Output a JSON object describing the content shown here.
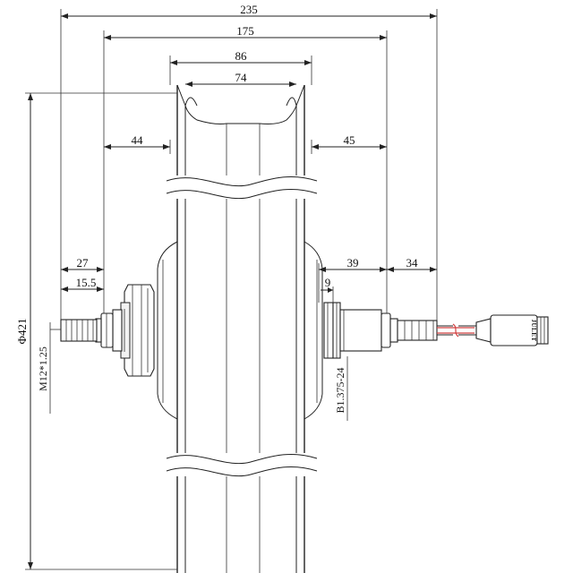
{
  "dimensions": {
    "overall_width": "235",
    "rim_outer_width": "175",
    "hub_width": "86",
    "hub_inner_width": "74",
    "left_offset": "44",
    "right_offset": "45",
    "left_axle_length": "27",
    "left_thread_length": "15.5",
    "right_flange_to_axle": "39",
    "right_axle_length": "34",
    "right_nut_width": "9",
    "diameter": "Φ421"
  },
  "notes": {
    "axle_thread": "M12*1.25",
    "freewheel_thread": "B1.375-24"
  },
  "connector": {
    "brand": "JULET"
  },
  "colors": {
    "line": "#222222",
    "cable": "#d04040",
    "background": "#ffffff"
  }
}
